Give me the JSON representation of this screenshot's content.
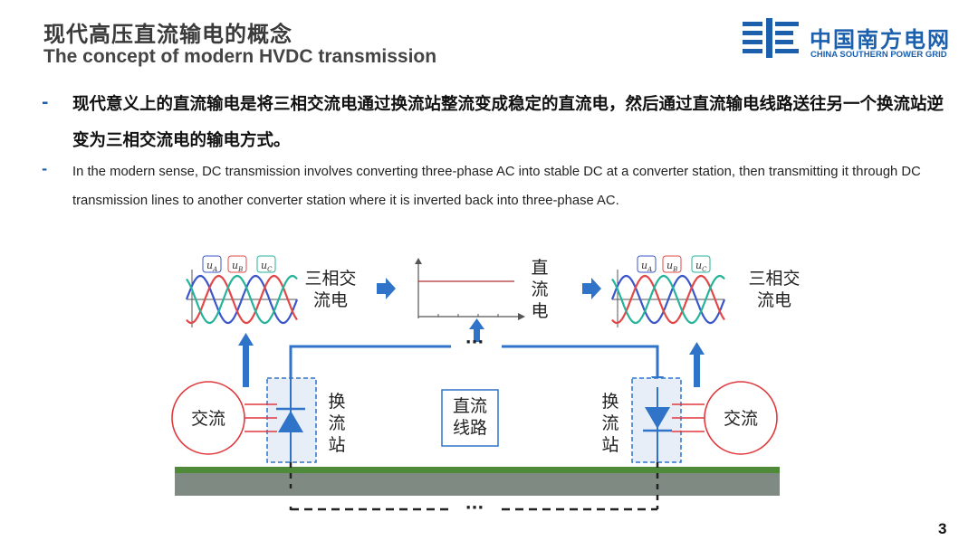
{
  "header": {
    "title_zh": "现代高压直流输电的概念",
    "title_en": "The concept of modern HVDC transmission"
  },
  "logo": {
    "name_zh": "中国南方电网",
    "name_en": "CHINA SOUTHERN POWER GRID",
    "brand_color": "#1b5fad"
  },
  "bullets": {
    "marker": "-",
    "zh": "现代意义上的直流输电是将三相交流电通过换流站整流变成稳定的直流电，然后通过直流输电线路送往另一个换流站逆变为三相交流电的输电方式。",
    "en": "In the modern sense, DC transmission involves converting three-phase AC into stable DC at a converter station, then transmitting it through DC transmission lines to another converter station where it is inverted back into three-phase AC."
  },
  "diagram": {
    "three_phase_label": "三相交流电",
    "dc_label": "直流电",
    "ac_source_label": "交流",
    "converter_label": "换流站",
    "line_label": "直流线路",
    "ellipsis": "···",
    "phase_labels": [
      "uA",
      "uB",
      "uC"
    ],
    "phase_colors": [
      "#3b56c9",
      "#e24848",
      "#25b39a"
    ],
    "arrow_color": "#2f74c8",
    "line_color": "#2f74c8",
    "source_circle_color": "#e0393e",
    "ground_color": "#7f8a82",
    "grass_color": "#4e8a3a",
    "dc_trace_color": "#b03030"
  },
  "footer": {
    "page_number": "3"
  }
}
